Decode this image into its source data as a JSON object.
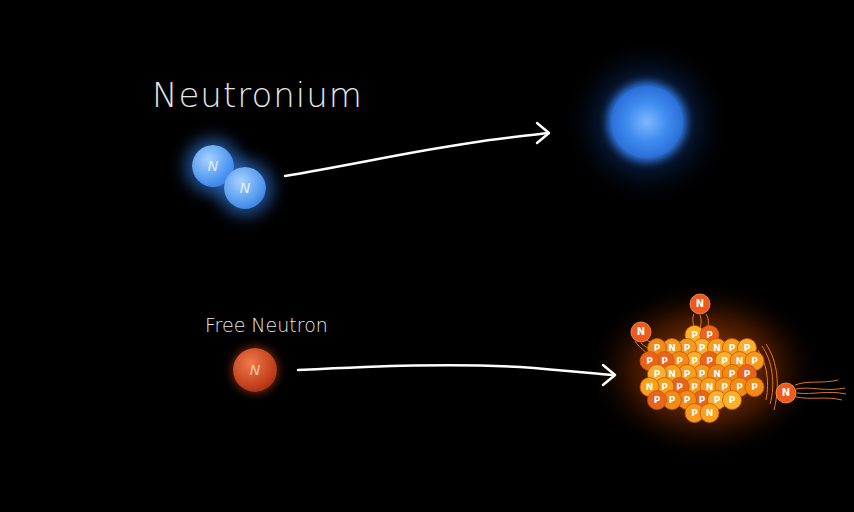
{
  "diagram": {
    "nodes": [
      {
        "text": [
          "N"
        ]
      },
      {
        "text": [
          "N"
        ]
      },
      {
        "text": [
          "Free Neutron",
          "N"
        ]
      }
    ],
    "labels": [
      "Neutronium",
      "N",
      "N",
      "N",
      "P",
      "P",
      "N",
      "P",
      "P",
      "P",
      "N",
      "P",
      "P",
      "P",
      "P",
      "N",
      "P",
      "P",
      "P",
      "P",
      "N",
      "P",
      "P",
      "P",
      "N",
      "P",
      "P",
      "P",
      "P",
      "N",
      "P",
      "P",
      "P",
      "P",
      "P",
      "N",
      "P",
      "P",
      "P",
      "P",
      "N",
      "P",
      "P",
      "P"
    ]
  }
}
